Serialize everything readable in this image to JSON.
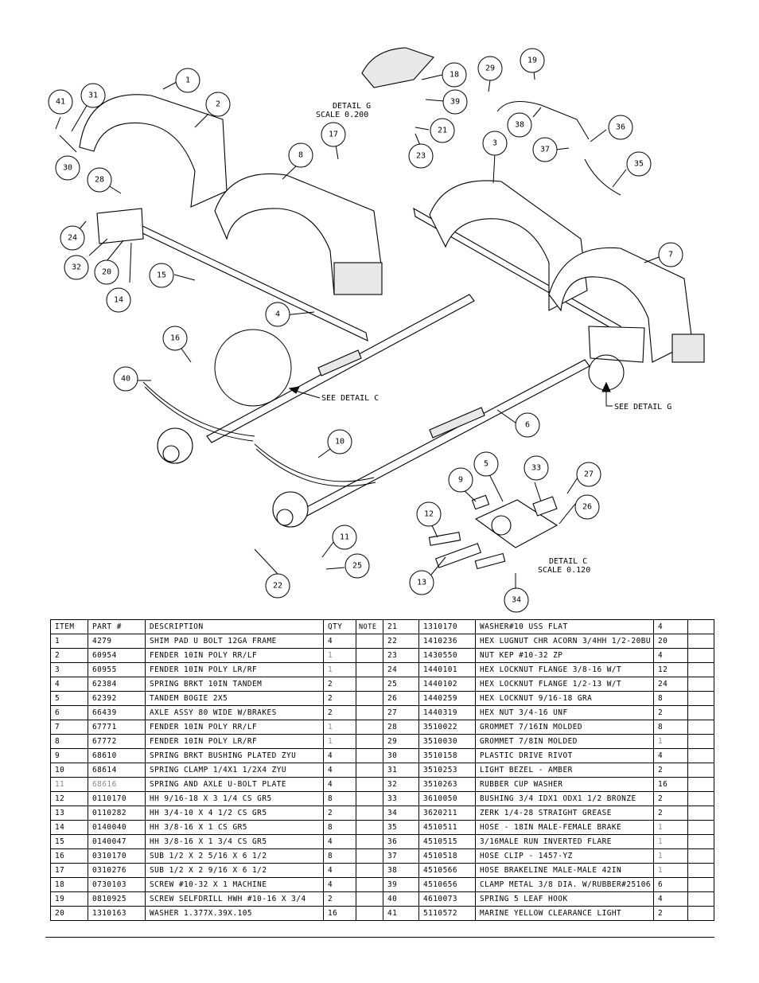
{
  "detail_labels": {
    "detail_g_title": "DETAIL  G",
    "detail_g_scale": "SCALE  0.200",
    "detail_c_title": "DETAIL  C",
    "detail_c_scale": "SCALE  0.120",
    "see_detail_c": "SEE DETAIL  C",
    "see_detail_g": "SEE DETAIL  G"
  },
  "callouts": [
    "1",
    "2",
    "3",
    "4",
    "5",
    "6",
    "7",
    "8",
    "9",
    "10",
    "11",
    "12",
    "13",
    "14",
    "15",
    "16",
    "17",
    "18",
    "19",
    "20",
    "21",
    "22",
    "23",
    "24",
    "25",
    "26",
    "27",
    "28",
    "29",
    "30",
    "31",
    "32",
    "33",
    "34",
    "35",
    "36",
    "37",
    "38",
    "39",
    "40",
    "41"
  ],
  "table": {
    "headers": {
      "item": "ITEM",
      "part": "PART #",
      "description": "DESCRIPTION",
      "qty": "QTY",
      "note": "NOTE"
    },
    "left_rows": [
      {
        "item": "1",
        "part": "4279",
        "desc": "SHIM PAD   U BOLT 12GA FRAME",
        "qty": "4"
      },
      {
        "item": "2",
        "part": "60954",
        "desc": "FENDER  10IN POLY RR/LF",
        "qty": "1"
      },
      {
        "item": "3",
        "part": "60955",
        "desc": "FENDER  10IN POLY LR/RF",
        "qty": "1"
      },
      {
        "item": "4",
        "part": "62384",
        "desc": "SPRING BRKT   10IN TANDEM",
        "qty": "2"
      },
      {
        "item": "5",
        "part": "62392",
        "desc": "TANDEM BOGIE   2X5",
        "qty": "2"
      },
      {
        "item": "6",
        "part": "66439",
        "desc": "AXLE ASSY 80 WIDE W/BRAKES",
        "qty": "2"
      },
      {
        "item": "7",
        "part": "67771",
        "desc": "FENDER  10IN POLY RR/LF",
        "qty": "1"
      },
      {
        "item": "8",
        "part": "67772",
        "desc": "FENDER  10IN POLY LR/RF",
        "qty": "1"
      },
      {
        "item": "9",
        "part": "68610",
        "desc": "SPRING BRKT BUSHING PLATED ZYU",
        "qty": "4"
      },
      {
        "item": "10",
        "part": "68614",
        "desc": "SPRING CLAMP   1/4X1 1/2X4  ZYU",
        "qty": "4"
      },
      {
        "item": "11",
        "part": "68616",
        "desc": "SPRING AND AXLE U-BOLT PLATE",
        "qty": "4"
      },
      {
        "item": "12",
        "part": "0110170",
        "desc": "HH 9/16-18 X 3 1/4 CS GR5",
        "qty": "8"
      },
      {
        "item": "13",
        "part": "0110282",
        "desc": "HH 3/4-10 X 4 1/2 CS GR5",
        "qty": "2"
      },
      {
        "item": "14",
        "part": "0140040",
        "desc": "HH 3/8-16 X 1 CS GR5",
        "qty": "8"
      },
      {
        "item": "15",
        "part": "0140047",
        "desc": "HH 3/8-16 X 1 3/4 CS GR5",
        "qty": "4"
      },
      {
        "item": "16",
        "part": "0310170",
        "desc": "SUB 1/2 X 2 5/16 X 6 1/2",
        "qty": "8"
      },
      {
        "item": "17",
        "part": "0310276",
        "desc": "SUB 1/2 X 2 9/16 X 6 1/2",
        "qty": "4"
      },
      {
        "item": "18",
        "part": "0730103",
        "desc": "SCREW #10-32 X 1 MACHINE",
        "qty": "4"
      },
      {
        "item": "19",
        "part": "0810925",
        "desc": "SCREW SELFDRILL HWH #10-16 X 3/4",
        "qty": "2"
      },
      {
        "item": "20",
        "part": "1310163",
        "desc": "WASHER 1.377X.39X.105",
        "qty": "16"
      }
    ],
    "right_rows": [
      {
        "item": "21",
        "part": "1310170",
        "desc": "WASHER#10 USS FLAT",
        "qty": "4"
      },
      {
        "item": "22",
        "part": "1410236",
        "desc": "HEX LUGNUT CHR ACORN 3/4HH 1/2-20BU",
        "qty": "20"
      },
      {
        "item": "23",
        "part": "1430550",
        "desc": "NUT KEP #10-32 ZP",
        "qty": "4"
      },
      {
        "item": "24",
        "part": "1440101",
        "desc": "HEX LOCKNUT FLANGE 3/8-16 W/T",
        "qty": "12"
      },
      {
        "item": "25",
        "part": "1440102",
        "desc": "HEX LOCKNUT FLANGE 1/2-13 W/T",
        "qty": "24"
      },
      {
        "item": "26",
        "part": "1440259",
        "desc": "HEX LOCKNUT 9/16-18 GRA",
        "qty": "8"
      },
      {
        "item": "27",
        "part": "1440319",
        "desc": "HEX NUT 3/4-16 UNF",
        "qty": "2"
      },
      {
        "item": "28",
        "part": "3510022",
        "desc": "GROMMET  7/16IN MOLDED",
        "qty": "8"
      },
      {
        "item": "29",
        "part": "3510030",
        "desc": "GROMMET  7/8IN MOLDED",
        "qty": "1"
      },
      {
        "item": "30",
        "part": "3510158",
        "desc": "PLASTIC DRIVE RIVOT",
        "qty": "4"
      },
      {
        "item": "31",
        "part": "3510253",
        "desc": "LIGHT BEZEL - AMBER",
        "qty": "2"
      },
      {
        "item": "32",
        "part": "3510263",
        "desc": "RUBBER CUP WASHER",
        "qty": "16"
      },
      {
        "item": "33",
        "part": "3610050",
        "desc": "BUSHING  3/4 IDX1 ODX1 1/2 BRONZE",
        "qty": "2"
      },
      {
        "item": "34",
        "part": "3620211",
        "desc": "ZERK  1/4-28 STRAIGHT GREASE",
        "qty": "2"
      },
      {
        "item": "35",
        "part": "4510511",
        "desc": "HOSE - 18IN MALE-FEMALE BRAKE",
        "qty": "1"
      },
      {
        "item": "36",
        "part": "4510515",
        "desc": "3/16MALE RUN INVERTED FLARE",
        "qty": "1"
      },
      {
        "item": "37",
        "part": "4510518",
        "desc": "HOSE CLIP - 1457-YZ",
        "qty": "1"
      },
      {
        "item": "38",
        "part": "4510566",
        "desc": "HOSE BRAKELINE MALE-MALE 42IN",
        "qty": "1"
      },
      {
        "item": "39",
        "part": "4510656",
        "desc": "CLAMP METAL 3/8 DIA. W/RUBBER#25106",
        "qty": "6"
      },
      {
        "item": "40",
        "part": "4610073",
        "desc": "SPRING  5 LEAF HOOK",
        "qty": "4"
      },
      {
        "item": "41",
        "part": "5110572",
        "desc": "MARINE YELLOW CLEARANCE LIGHT",
        "qty": "2"
      }
    ]
  },
  "colors": {
    "line": "#000000",
    "background": "#ffffff",
    "dim_qty": "#8a8a8a"
  },
  "icons": {
    "detail_pointer": "arrow-up-icon"
  }
}
